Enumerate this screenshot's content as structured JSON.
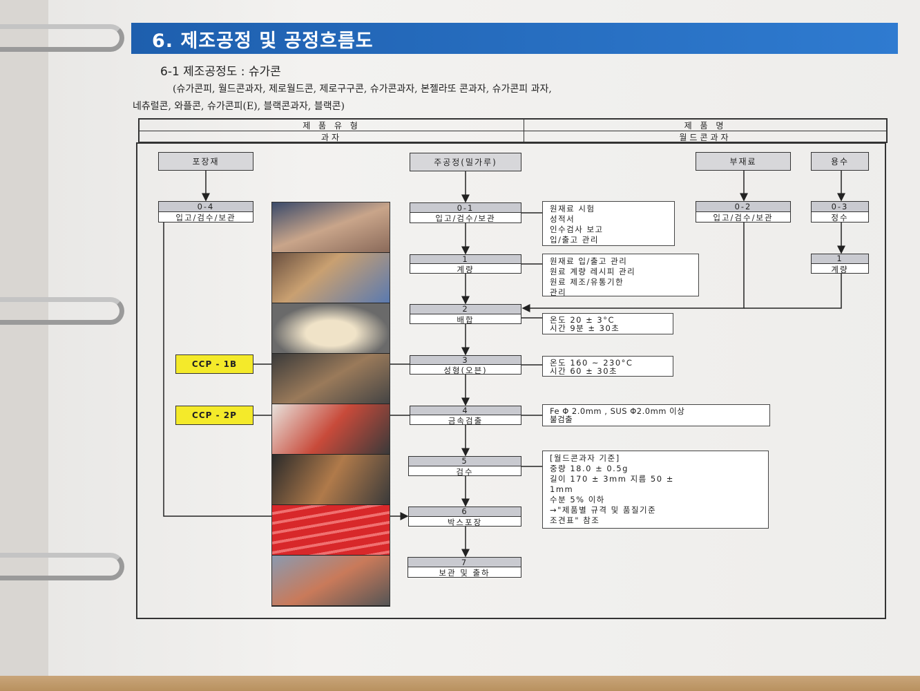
{
  "title": "6. 제조공정 및 공정흐름도",
  "subtitle": "6-1 제조공정도 : 슈가콘",
  "products_line1": "(슈가콘피, 월드콘과자, 제로월드콘, 제로구구콘, 슈가콘과자, 본젤라또 콘과자, 슈가콘피 과자,",
  "products_line2": "네츄럴콘, 와플콘, 슈가콘피(E), 블랙콘과자, 블랙콘)",
  "header": {
    "type_label": "제 품 유 형",
    "type_value": "과자",
    "name_label": "제 품 명",
    "name_value": "월드콘과자"
  },
  "inputs": {
    "packaging": "포장재",
    "main": "주공정(밀가루)",
    "sub": "부재료",
    "water": "용수"
  },
  "side_steps": {
    "s04": {
      "num": "0-4",
      "label": "입고/검수/보관"
    },
    "s02": {
      "num": "0-2",
      "label": "입고/검수/보관"
    },
    "s03": {
      "num": "0-3",
      "label": "정수"
    },
    "s03b": {
      "num": "1",
      "label": "계량"
    }
  },
  "steps": [
    {
      "num": "0-1",
      "label": "입고/검수/보관"
    },
    {
      "num": "1",
      "label": "계량"
    },
    {
      "num": "2",
      "label": "배합"
    },
    {
      "num": "3",
      "label": "성형(오븐)"
    },
    {
      "num": "4",
      "label": "금속검출"
    },
    {
      "num": "5",
      "label": "검수"
    },
    {
      "num": "6",
      "label": "박스포장"
    },
    {
      "num": "7",
      "label": "보관 및 출하"
    }
  ],
  "notes": {
    "n01": [
      "원재료 시험",
      "성적서",
      "인수검사 보고",
      "입/출고 관리"
    ],
    "n1": [
      "원재료 입/출고 관리",
      "원료 계량 레시피 관리",
      "원료 제조/유통기한",
      "관리"
    ],
    "n2": [
      "온도 20 ± 3°C",
      "시간 9분 ± 30초"
    ],
    "n3": [
      "온도 160 ~ 230°C",
      "시간 60 ± 30초"
    ],
    "n4": [
      "Fe Φ 2.0mm , SUS Φ2.0mm 이상",
      "불검출"
    ],
    "n5": [
      "[월드콘과자 기준]",
      " 중량 18.0 ± 0.5g",
      " 길이 170 ± 3mm 지름 50 ±",
      "1mm",
      " 수분 5% 이하",
      "→\"제품별 규격 및 품질기준",
      "조견표\" 참조"
    ]
  },
  "ccp": {
    "c1": "CCP - 1B",
    "c2": "CCP - 2P"
  },
  "colors": {
    "title_bar": "#2a6fc4",
    "ccp": "#f4ea2a",
    "step_header": "#c9cad0"
  }
}
